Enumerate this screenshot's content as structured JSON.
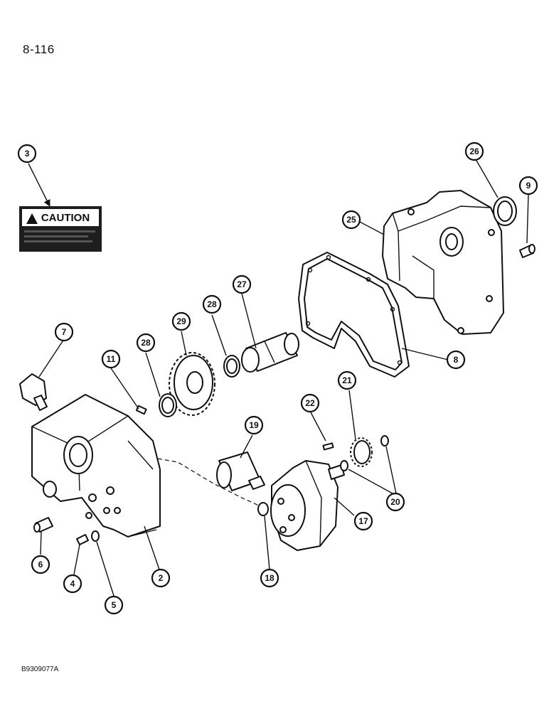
{
  "page": {
    "number": "8-116",
    "figure_code": "B9309077A"
  },
  "caution_decal": {
    "label": "CAUTION"
  },
  "callouts": {
    "c2": "2",
    "c3": "3",
    "c4": "4",
    "c5": "5",
    "c6": "6",
    "c7": "7",
    "c8": "8",
    "c9": "9",
    "c11": "11",
    "c17": "17",
    "c18": "18",
    "c19": "19",
    "c20": "20",
    "c21": "21",
    "c22": "22",
    "c25": "25",
    "c26": "26",
    "c27": "27",
    "c28a": "28",
    "c28b": "28",
    "c29": "29"
  }
}
